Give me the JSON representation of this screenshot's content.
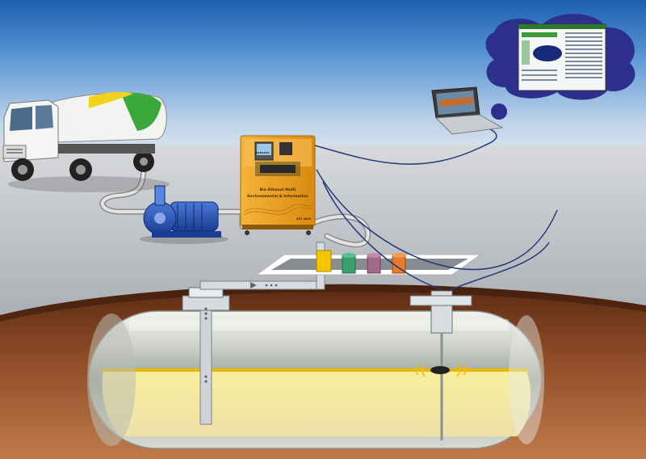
{
  "dispenser": {
    "label_line1": "Bio-Ethanol Multi",
    "label_line2": "Environmental & Information",
    "brand": "GILBARCO",
    "badge": "AFS 4000"
  },
  "colors": {
    "sky_top": "#1d5fb0",
    "fuel": "#f3e59a",
    "fuel_line": "#e8b800",
    "tank_shell": "#c8cdc6",
    "soil": "#7a3d1e",
    "pump_blue": "#2a55b8",
    "dispenser_orange": "#f2a320",
    "truck_green": "#3aa83a",
    "cloud": "#2c2f8c",
    "cable": "#243a7a"
  },
  "icons": [
    "truck-icon",
    "pump-icon",
    "dispenser-icon",
    "laptop-icon",
    "monitor-cloud-icon",
    "probe-icon"
  ]
}
